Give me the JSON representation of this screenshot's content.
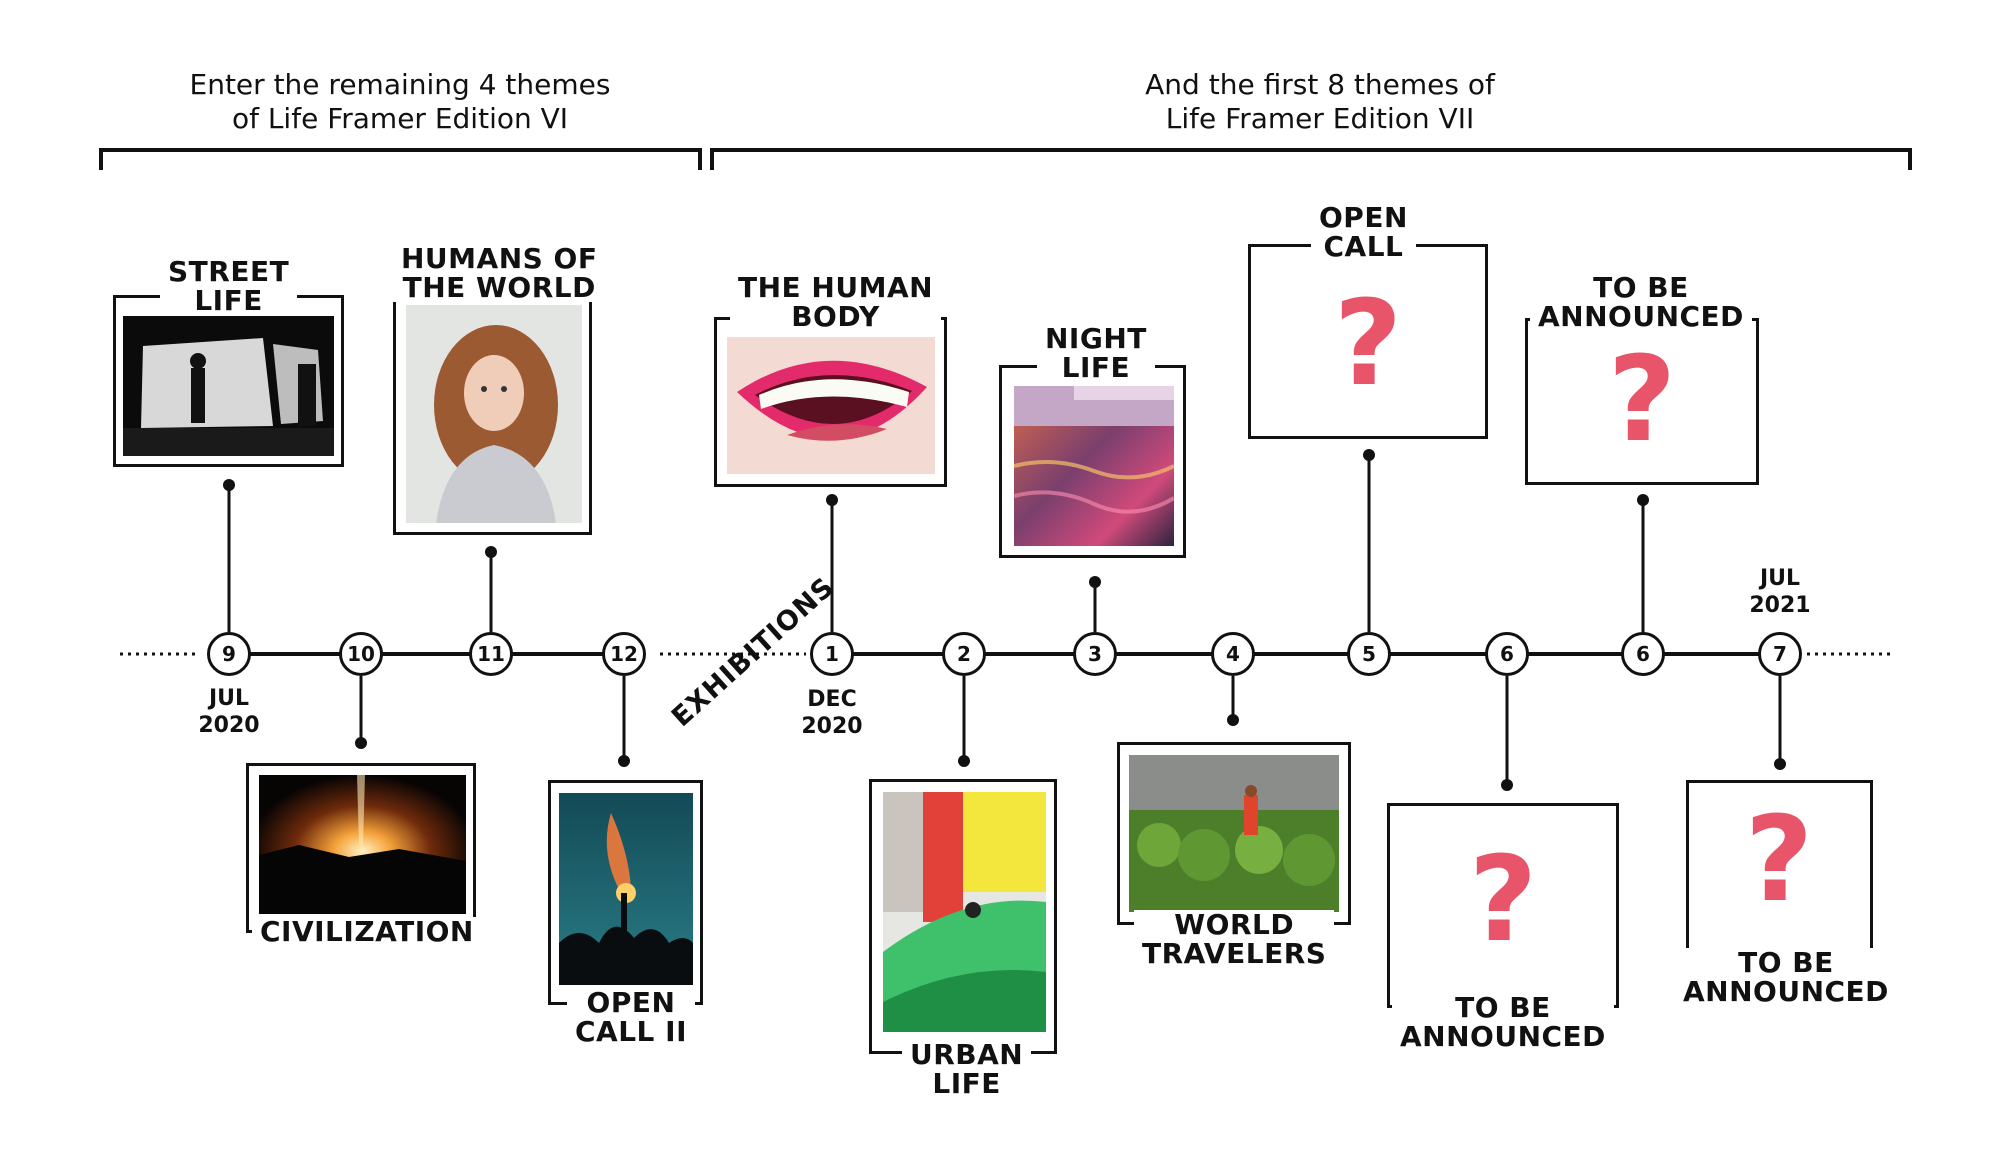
{
  "header": {
    "left_line1": "Enter the remaining 4 themes",
    "left_line2": "of Life Framer Edition VI",
    "right_line1": "And the first 8 themes of",
    "right_line2": "Life Framer Edition VII"
  },
  "timeline": {
    "nodes": [
      "9",
      "10",
      "11",
      "12",
      "1",
      "2",
      "3",
      "4",
      "5",
      "6",
      "6",
      "7"
    ],
    "exhibitions_label": "EXHIBITIONS",
    "date_jul2020": [
      "JUL",
      "2020"
    ],
    "date_dec2020": [
      "DEC",
      "2020"
    ],
    "date_jul2021": [
      "JUL",
      "2021"
    ]
  },
  "themes": {
    "street_life": [
      "STREET",
      "LIFE"
    ],
    "civilization": [
      "CIVILIZATION"
    ],
    "humans_of_the_world": [
      "HUMANS OF",
      "THE WORLD"
    ],
    "open_call_ii": [
      "OPEN",
      "CALL II"
    ],
    "the_human_body": [
      "THE HUMAN",
      "BODY"
    ],
    "urban_life": [
      "URBAN",
      "LIFE"
    ],
    "night_life": [
      "NIGHT",
      "LIFE"
    ],
    "world_travelers": [
      "WORLD",
      "TRAVELERS"
    ],
    "open_call": [
      "OPEN",
      "CALL"
    ],
    "tba_a": [
      "TO BE",
      "ANNOUNCED"
    ],
    "tba_b": [
      "TO BE",
      "ANNOUNCED"
    ],
    "tba_c": [
      "TO BE",
      "ANNOUNCED"
    ]
  },
  "question_mark": "?",
  "colors": {
    "accent": "#e8556a",
    "line": "#111111"
  }
}
